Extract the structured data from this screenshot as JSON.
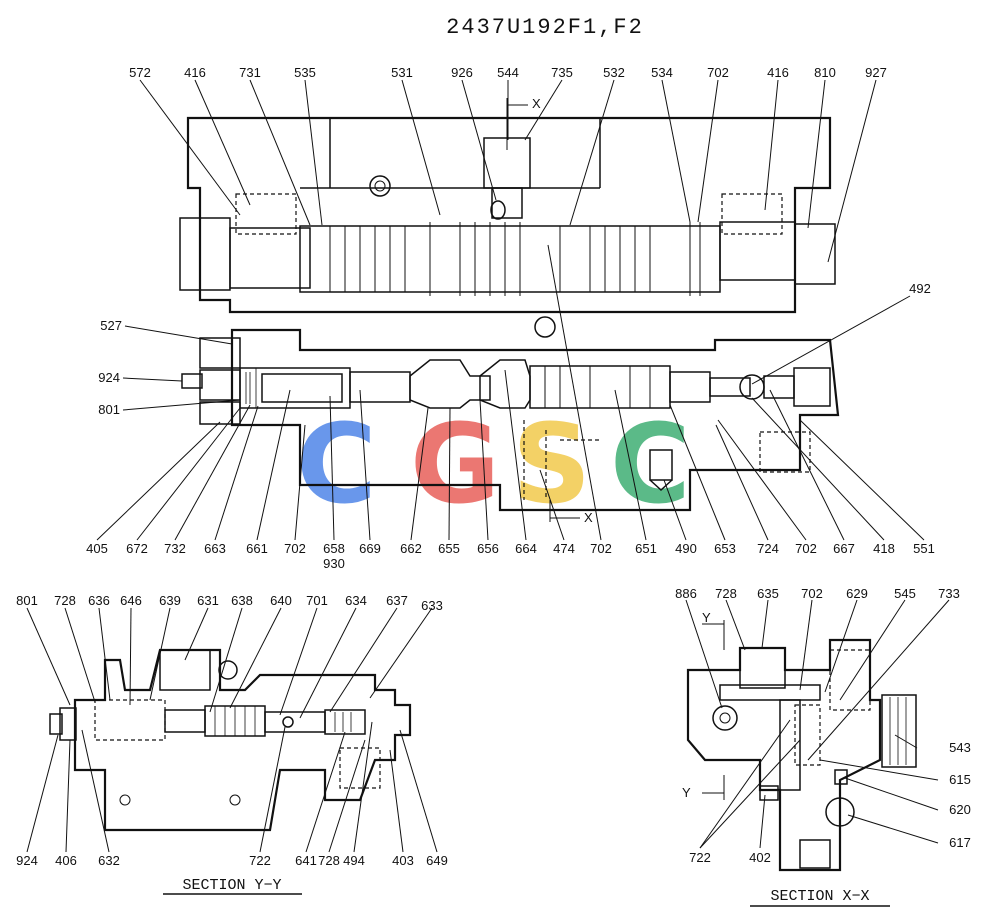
{
  "title": "2437U192F1,F2",
  "sections": {
    "yy": "SECTION Y−Y",
    "xx": "SECTION X−X"
  },
  "watermark": {
    "letters": [
      "C",
      "G",
      "S",
      "C"
    ],
    "colors": [
      "#4f86e8",
      "#e8605a",
      "#f2c94c",
      "#3fae74"
    ]
  },
  "markers": {
    "x_top": "X",
    "x_bottom": "X",
    "y_top": "Y",
    "y_bottom": "Y"
  },
  "main_top_labels": [
    "572",
    "416",
    "731",
    "535",
    "531",
    "926",
    "544",
    "735",
    "532",
    "534",
    "702",
    "416",
    "810",
    "927"
  ],
  "main_left_labels": [
    "527",
    "924",
    "801"
  ],
  "main_right_labels": [
    "492"
  ],
  "main_bottom_labels": [
    "405",
    "672",
    "732",
    "663",
    "661",
    "702",
    "658",
    "930",
    "669",
    "662",
    "655",
    "656",
    "664",
    "474",
    "702",
    "651",
    "490",
    "653",
    "724",
    "702",
    "667",
    "418",
    "551"
  ],
  "yy_top_labels": [
    "801",
    "728",
    "636",
    "646",
    "639",
    "631",
    "638",
    "640",
    "701",
    "634",
    "637",
    "633"
  ],
  "yy_bottom_labels": [
    "924",
    "406",
    "632",
    "722",
    "641",
    "728",
    "494",
    "403",
    "649"
  ],
  "xx_top_labels": [
    "886",
    "728",
    "635",
    "702",
    "629",
    "545",
    "733"
  ],
  "xx_right_labels": [
    "543",
    "615",
    "620",
    "617"
  ],
  "xx_bottom_labels": [
    "722",
    "402"
  ]
}
